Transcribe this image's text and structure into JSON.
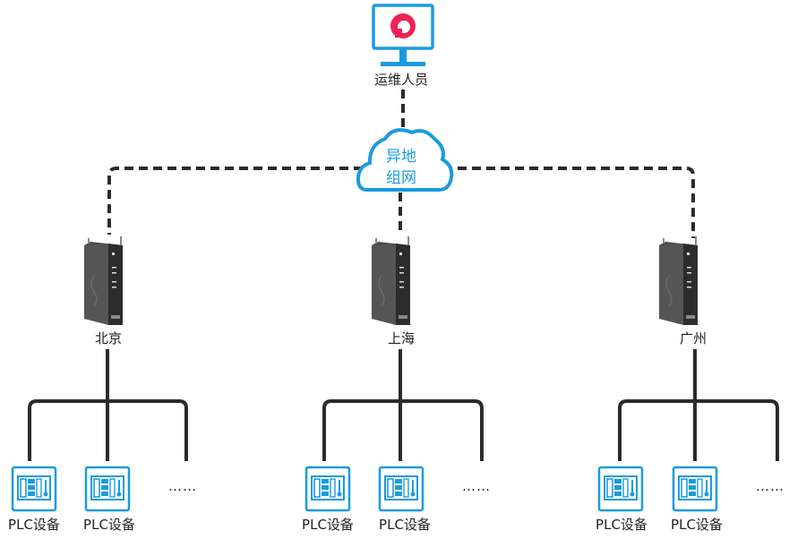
{
  "operator": {
    "label": "运维人员"
  },
  "cloud": {
    "line1": "异地",
    "line2": "组网"
  },
  "sites": [
    {
      "name": "北京",
      "devices": [
        "PLC设备",
        "PLC设备"
      ],
      "more": "……"
    },
    {
      "name": "上海",
      "devices": [
        "PLC设备",
        "PLC设备"
      ],
      "more": "……"
    },
    {
      "name": "广州",
      "devices": [
        "PLC设备",
        "PLC设备"
      ],
      "more": "……"
    }
  ],
  "colors": {
    "accent": "#1a9be0",
    "line": "#2b2b2b",
    "logo": "#ee2255",
    "router": "#4a4a4a"
  },
  "icons": [
    "monitor-icon",
    "cloud-icon",
    "router-icon",
    "plc-icon"
  ]
}
